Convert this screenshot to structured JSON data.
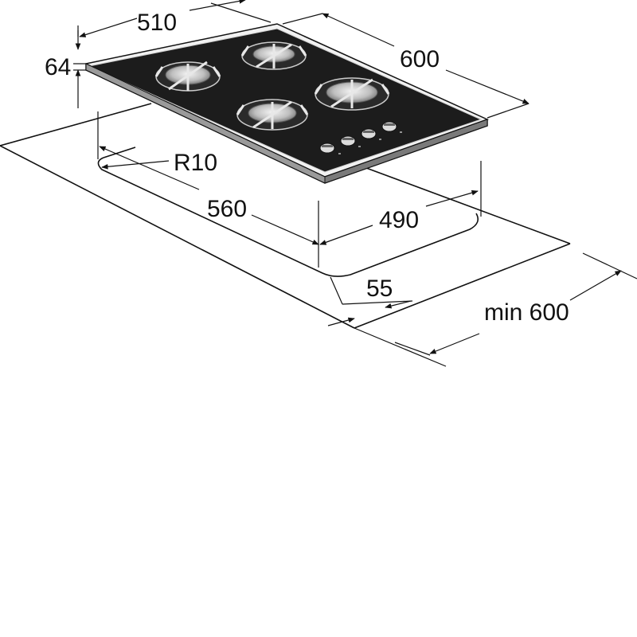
{
  "dimensions": {
    "width_top": "510",
    "depth_top": "600",
    "height": "64",
    "corner_radius": "R10",
    "cutout_width": "560",
    "cutout_depth": "490",
    "front_distance": "55",
    "min_depth": "min 600"
  },
  "colors": {
    "glass": "#1c1c1c",
    "glass_edge": "#d9d9d9",
    "line": "#111111",
    "background": "#ffffff"
  },
  "icons": {
    "burner": "gas-burner-icon",
    "knob": "control-knob-icon"
  }
}
